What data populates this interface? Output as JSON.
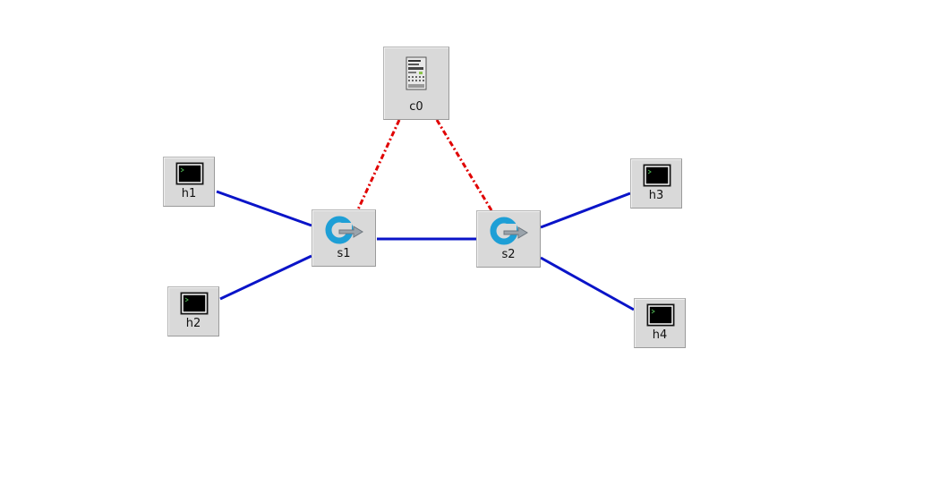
{
  "colors": {
    "data_link": "#0a14c8",
    "control_link": "#e00000",
    "node_bg": "#d9d9d9"
  },
  "nodes": {
    "c0": {
      "label": "c0",
      "icon": "controller-server-icon"
    },
    "s1": {
      "label": "s1",
      "icon": "switch-icon"
    },
    "s2": {
      "label": "s2",
      "icon": "switch-icon"
    },
    "h1": {
      "label": "h1",
      "icon": "terminal-host-icon"
    },
    "h2": {
      "label": "h2",
      "icon": "terminal-host-icon"
    },
    "h3": {
      "label": "h3",
      "icon": "terminal-host-icon"
    },
    "h4": {
      "label": "h4",
      "icon": "terminal-host-icon"
    }
  },
  "links": [
    {
      "from": "h1",
      "to": "s1",
      "type": "data"
    },
    {
      "from": "h2",
      "to": "s1",
      "type": "data"
    },
    {
      "from": "s1",
      "to": "s2",
      "type": "data"
    },
    {
      "from": "s2",
      "to": "h3",
      "type": "data"
    },
    {
      "from": "s2",
      "to": "h4",
      "type": "data"
    },
    {
      "from": "c0",
      "to": "s1",
      "type": "control"
    },
    {
      "from": "c0",
      "to": "s2",
      "type": "control"
    }
  ]
}
